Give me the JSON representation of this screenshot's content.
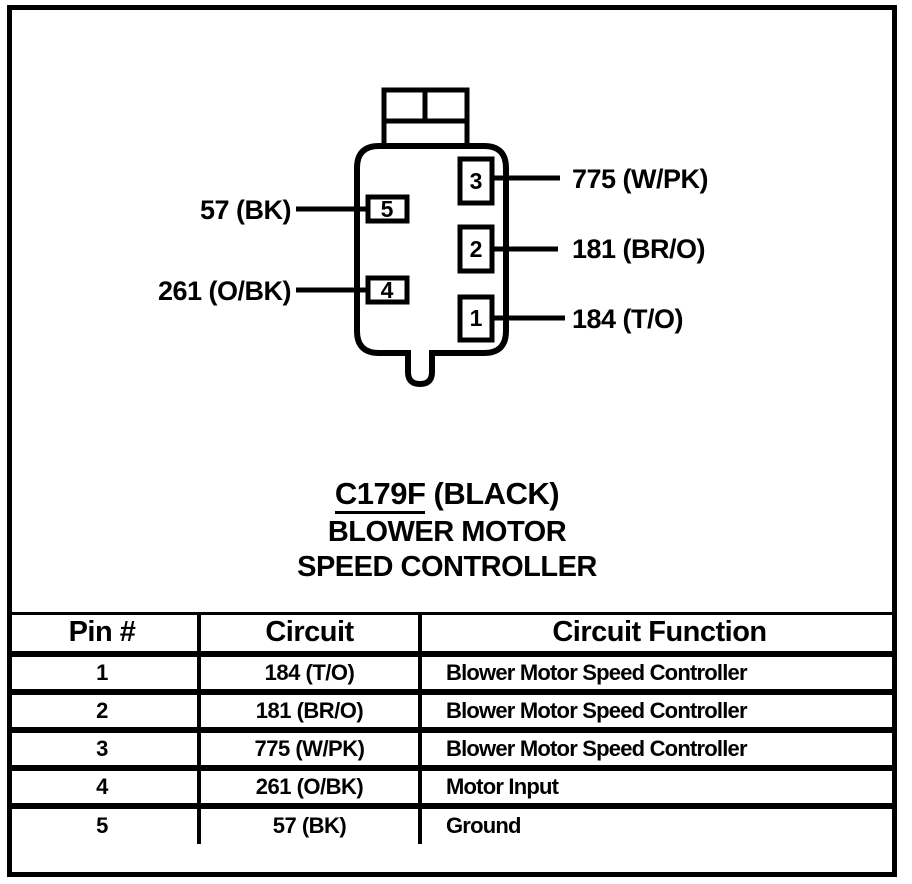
{
  "connector": {
    "title": {
      "code": "C179F",
      "color_suffix": " (BLACK)",
      "line2": "BLOWER MOTOR",
      "line3": "SPEED CONTROLLER"
    },
    "pins": {
      "pin1": {
        "num": "1",
        "wire": "184 (T/O)"
      },
      "pin2": {
        "num": "2",
        "wire": "181 (BR/O)"
      },
      "pin3": {
        "num": "3",
        "wire": "775 (W/PK)"
      },
      "pin4": {
        "num": "4",
        "wire": "261 (O/BK)"
      },
      "pin5": {
        "num": "5",
        "wire": "57 (BK)"
      }
    }
  },
  "table": {
    "headers": {
      "pin": "Pin #",
      "circuit": "Circuit",
      "function": "Circuit Function"
    },
    "rows": [
      {
        "pin": "1",
        "circuit": "184 (T/O)",
        "function": "Blower Motor Speed Controller"
      },
      {
        "pin": "2",
        "circuit": "181 (BR/O)",
        "function": "Blower Motor Speed Controller"
      },
      {
        "pin": "3",
        "circuit": "775 (W/PK)",
        "function": "Blower Motor Speed Controller"
      },
      {
        "pin": "4",
        "circuit": "261 (O/BK)",
        "function": "Motor Input"
      },
      {
        "pin": "5",
        "circuit": "57 (BK)",
        "function": "Ground"
      }
    ]
  },
  "colors": {
    "ink": "#000000",
    "paper": "#ffffff"
  }
}
